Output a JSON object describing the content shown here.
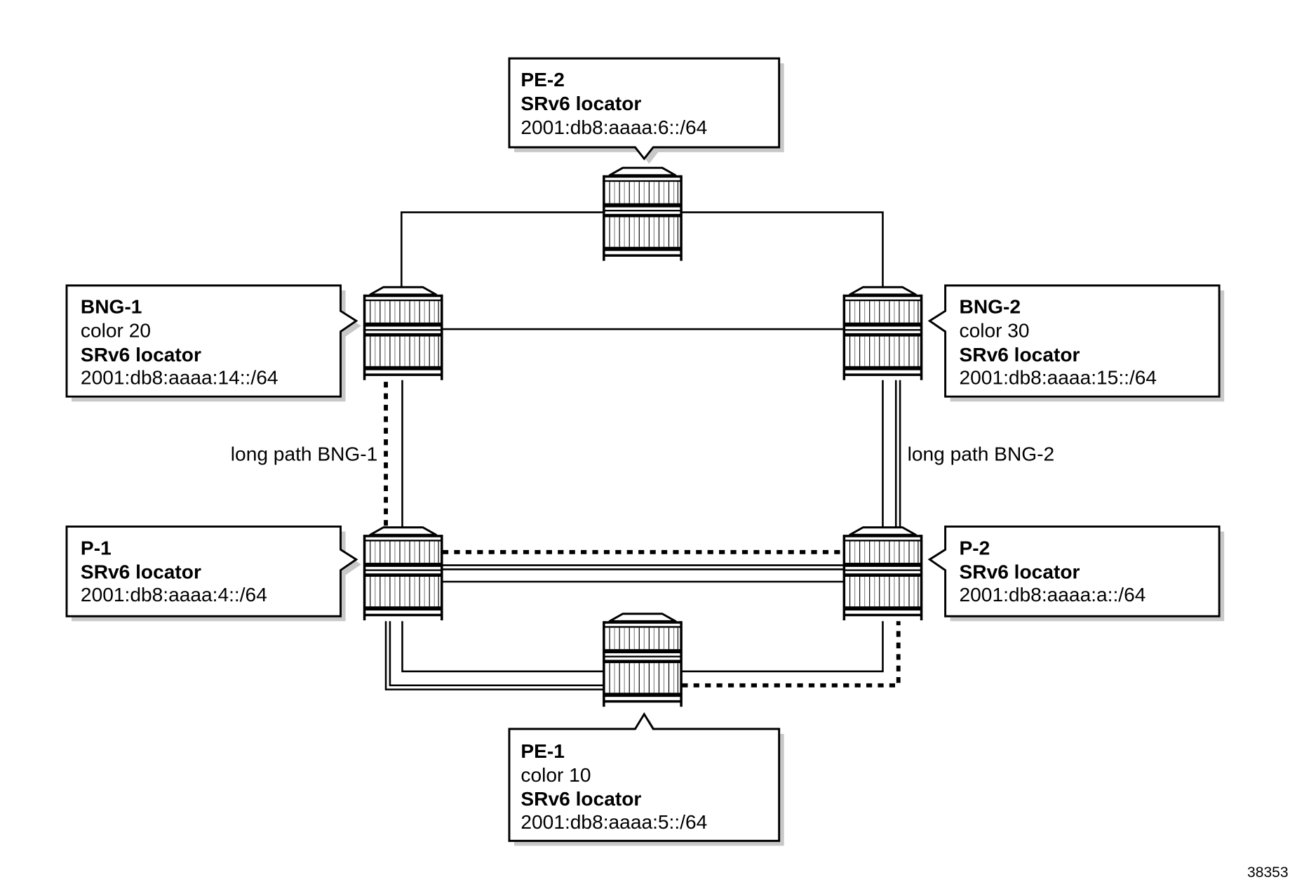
{
  "figure_id": "38353",
  "nodes": {
    "pe2": {
      "name": "PE-2",
      "locator_label": "SRv6 locator",
      "locator": "2001:db8:aaaa:6::/64"
    },
    "bng1": {
      "name": "BNG-1",
      "color": "color 20",
      "locator_label": "SRv6 locator",
      "locator": "2001:db8:aaaa:14::/64"
    },
    "bng2": {
      "name": "BNG-2",
      "color": "color 30",
      "locator_label": "SRv6 locator",
      "locator": "2001:db8:aaaa:15::/64"
    },
    "p1": {
      "name": "P-1",
      "locator_label": "SRv6 locator",
      "locator": "2001:db8:aaaa:4::/64"
    },
    "p2": {
      "name": "P-2",
      "locator_label": "SRv6 locator",
      "locator": "2001:db8:aaaa:a::/64"
    },
    "pe1": {
      "name": "PE-1",
      "color": "color 10",
      "locator_label": "SRv6 locator",
      "locator": "2001:db8:aaaa:5::/64"
    }
  },
  "path_labels": {
    "bng1": "long path BNG-1",
    "bng2": "long path BNG-2"
  },
  "links": [
    {
      "from": "PE-2",
      "to": "BNG-1",
      "style": "solid"
    },
    {
      "from": "PE-2",
      "to": "BNG-2",
      "style": "solid"
    },
    {
      "from": "BNG-1",
      "to": "BNG-2",
      "style": "solid"
    },
    {
      "from": "BNG-1",
      "to": "P-1",
      "style": "solid"
    },
    {
      "from": "BNG-1",
      "to": "P-1",
      "style": "dotted",
      "path": "long path BNG-1"
    },
    {
      "from": "BNG-2",
      "to": "P-2",
      "style": "solid"
    },
    {
      "from": "BNG-2",
      "to": "P-2",
      "style": "double",
      "path": "long path BNG-2"
    },
    {
      "from": "P-1",
      "to": "P-2",
      "style": "solid"
    },
    {
      "from": "P-1",
      "to": "P-2",
      "style": "dotted",
      "path": "long path BNG-1"
    },
    {
      "from": "P-1",
      "to": "P-2",
      "style": "double",
      "path": "long path BNG-2"
    },
    {
      "from": "P-1",
      "to": "PE-1",
      "style": "solid"
    },
    {
      "from": "P-1",
      "to": "PE-1",
      "style": "double",
      "path": "long path BNG-2"
    },
    {
      "from": "P-2",
      "to": "PE-1",
      "style": "solid"
    },
    {
      "from": "P-2",
      "to": "PE-1",
      "style": "dotted",
      "path": "long path BNG-1"
    }
  ]
}
